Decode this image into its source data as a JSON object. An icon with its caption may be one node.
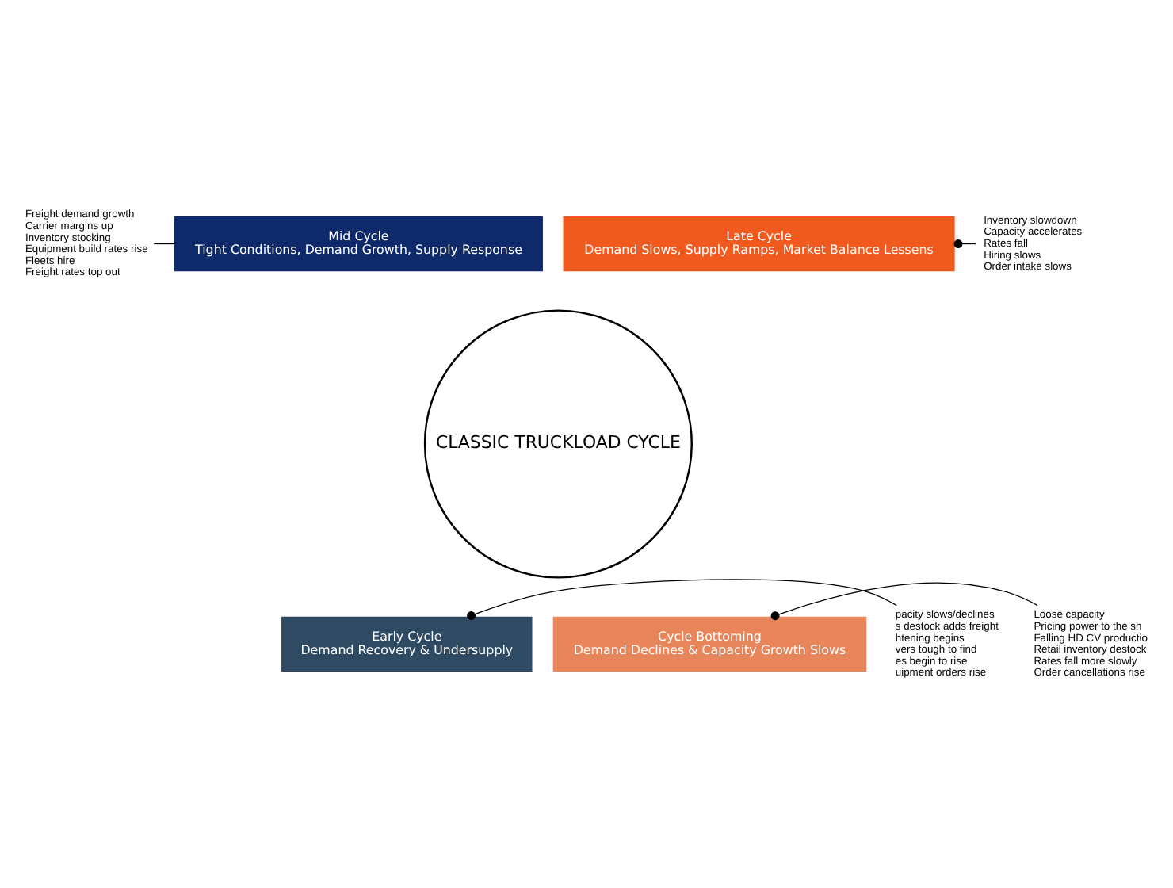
{
  "diagram": {
    "nodes": [
      {
        "text": [
          "Freight demand growth",
          "Carrier margins up",
          "Inventory stocking",
          "Equipment build rates rise",
          "Fleets hire",
          "Freight rates top out"
        ]
      },
      {
        "text": [
          "Mid Cycle",
          "Tight Conditions, Demand Growth, Supply Response"
        ]
      },
      {
        "text": [
          "Inventory slowdown",
          "Capacity accelerates",
          "Rates fall",
          "Hiring slows",
          "Order intake slows"
        ]
      },
      {
        "text": [
          "Late Cycle",
          "Demand Slows, Supply Ramps, Market Balance Lessens"
        ]
      },
      {
        "text": [
          "CLASSIC TRUCKLOAD CYCLE"
        ]
      },
      {
        "text": [
          "Early Cycle",
          "Demand Recovery & Undersupply"
        ]
      },
      {
        "text": [
          "Cycle Bottoming",
          "Demand Declines & Capacity Growth Slows"
        ]
      },
      {
        "text": [
          "pacity slows/declines",
          "s destock adds freight",
          "htening begins",
          "vers tough to find",
          "es begin to rise",
          "uipment orders rise"
        ]
      },
      {
        "text": [
          "Loose capacity",
          "Pricing power to the sh",
          "Falling HD CV productio",
          "Retail inventory destock",
          "Rates fall more slowly",
          "Order cancellations rise"
        ]
      }
    ],
    "edges": [
      {
        "from": 0,
        "to": 1,
        "arrow": "none"
      },
      {
        "from": 2,
        "to": 3,
        "arrow": "other"
      },
      {
        "from": 7,
        "to": 5,
        "arrow": "other"
      },
      {
        "from": 8,
        "to": 6,
        "arrow": "other"
      }
    ]
  }
}
